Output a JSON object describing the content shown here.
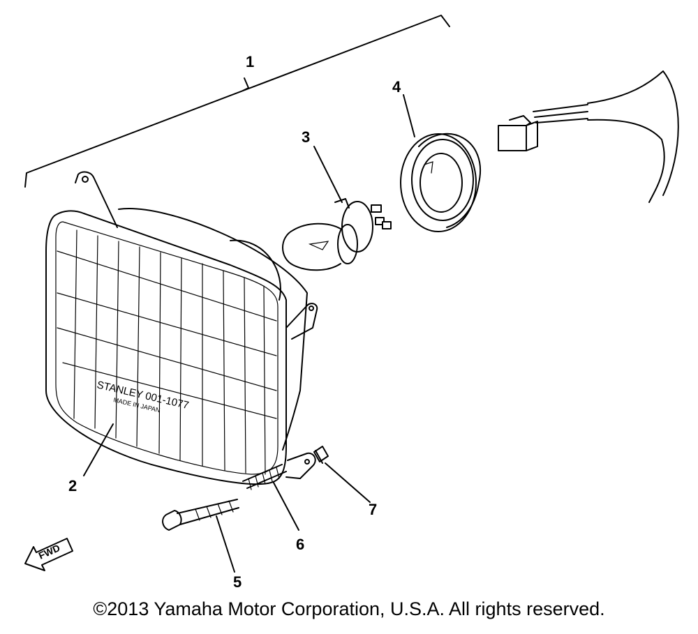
{
  "callouts": {
    "assembly": "1",
    "headlight_unit": "2",
    "bulb": "3",
    "bulb_cover": "4",
    "screw": "5",
    "spring": "6",
    "nut": "7"
  },
  "lens_marking": {
    "brand": "STANLEY 001-1077",
    "origin": "MADE IN JAPAN"
  },
  "direction_arrow": "FWD",
  "copyright": "©2013 Yamaha Motor Corporation, U.S.A. All rights reserved."
}
